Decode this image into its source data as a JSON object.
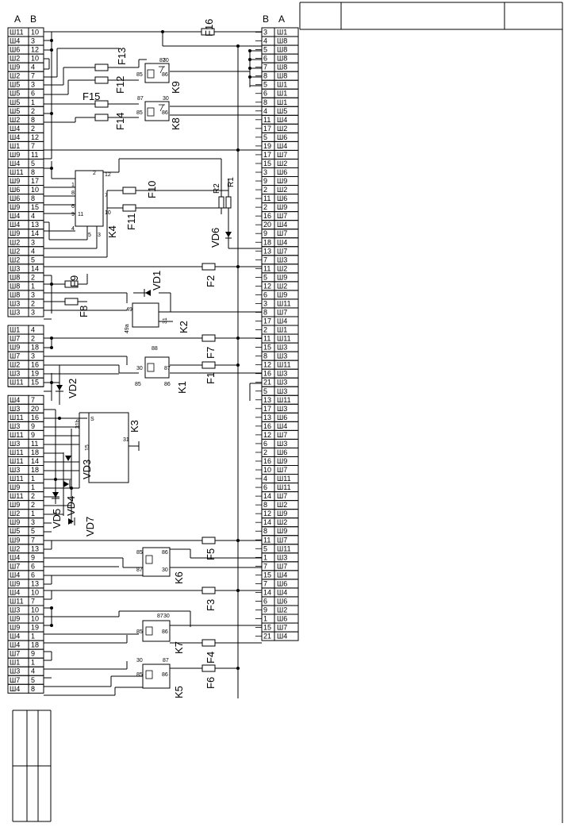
{
  "left_connector": {
    "header": [
      "А",
      "В"
    ],
    "rows": [
      [
        "Ш11",
        "10"
      ],
      [
        "Ш4",
        "3"
      ],
      [
        "Ш6",
        "12"
      ],
      [
        "Ш2",
        "10"
      ],
      [
        "Ш9",
        "4"
      ],
      [
        "Ш2",
        "7"
      ],
      [
        "Ш5",
        "3"
      ],
      [
        "Ш5",
        "6"
      ],
      [
        "Ш5",
        "1"
      ],
      [
        "Ш5",
        "2"
      ],
      [
        "Ш2",
        "8"
      ],
      [
        "Ш4",
        "2"
      ],
      [
        "Ш4",
        "12"
      ],
      [
        "Ш1",
        "7"
      ],
      [
        "Ш9",
        "11"
      ],
      [
        "Ш4",
        "5"
      ],
      [
        "Ш11",
        "8"
      ],
      [
        "Ш9",
        "17"
      ],
      [
        "Ш6",
        "10"
      ],
      [
        "Ш6",
        "8"
      ],
      [
        "Ш9",
        "15"
      ],
      [
        "Ш4",
        "4"
      ],
      [
        "Ш4",
        "13"
      ],
      [
        "Ш9",
        "14"
      ],
      [
        "Ш2",
        "3"
      ],
      [
        "Ш2",
        "4"
      ],
      [
        "Ш2",
        "5"
      ],
      [
        "Ш3",
        "14"
      ],
      [
        "Ш8",
        "2"
      ],
      [
        "Ш8",
        "1"
      ],
      [
        "Ш8",
        "3"
      ],
      [
        "Ш3",
        "2"
      ],
      [
        "Ш3",
        "3"
      ],
      [
        "",
        ""
      ],
      [
        "Ш1",
        "4"
      ],
      [
        "Ш7",
        "2"
      ],
      [
        "Ш9",
        "18"
      ],
      [
        "Ш7",
        "3"
      ],
      [
        "Ш2",
        "16"
      ],
      [
        "Ш3",
        "19"
      ],
      [
        "Ш11",
        "15"
      ],
      [
        "",
        ""
      ],
      [
        "Ш4",
        "7"
      ],
      [
        "Ш3",
        "20"
      ],
      [
        "Ш11",
        "16"
      ],
      [
        "Ш3",
        "9"
      ],
      [
        "Ш11",
        "9"
      ],
      [
        "Ш3",
        "11"
      ],
      [
        "Ш11",
        "18"
      ],
      [
        "Ш11",
        "14"
      ],
      [
        "Ш3",
        "18"
      ],
      [
        "Ш11",
        "1"
      ],
      [
        "Ш9",
        "1"
      ],
      [
        "Ш11",
        "2"
      ],
      [
        "Ш9",
        "2"
      ],
      [
        "Ш2",
        "1"
      ],
      [
        "Ш9",
        "3"
      ],
      [
        "Ш5",
        "5"
      ],
      [
        "Ш9",
        "7"
      ],
      [
        "Ш2",
        "13"
      ],
      [
        "Ш4",
        "9"
      ],
      [
        "Ш7",
        "6"
      ],
      [
        "Ш4",
        "6"
      ],
      [
        "Ш9",
        "13"
      ],
      [
        "Ш4",
        "10"
      ],
      [
        "Ш11",
        "7"
      ],
      [
        "Ш3",
        "10"
      ],
      [
        "Ш9",
        "10"
      ],
      [
        "Ш9",
        "19"
      ],
      [
        "Ш4",
        "1"
      ],
      [
        "Ш4",
        "18"
      ],
      [
        "Ш7",
        "9"
      ],
      [
        "Ш1",
        "1"
      ],
      [
        "Ш3",
        "4"
      ],
      [
        "Ш7",
        "5"
      ],
      [
        "Ш4",
        "8"
      ]
    ]
  },
  "right_connector": {
    "header": [
      "В",
      "А"
    ],
    "rows": [
      [
        "3",
        "Ш1"
      ],
      [
        "4",
        "Ш8"
      ],
      [
        "5",
        "Ш8"
      ],
      [
        "6",
        "Ш8"
      ],
      [
        "7",
        "Ш8"
      ],
      [
        "8",
        "Ш8"
      ],
      [
        "5",
        "Ш1"
      ],
      [
        "6",
        "Ш1"
      ],
      [
        "8",
        "Ш1"
      ],
      [
        "4",
        "Ш5"
      ],
      [
        "11",
        "Ш4"
      ],
      [
        "17",
        "Ш2"
      ],
      [
        "5",
        "Ш6"
      ],
      [
        "19",
        "Ш4"
      ],
      [
        "17",
        "Ш7"
      ],
      [
        "15",
        "Ш2"
      ],
      [
        "3",
        "Ш6"
      ],
      [
        "9",
        "Ш9"
      ],
      [
        "2",
        "Ш2"
      ],
      [
        "11",
        "Ш6"
      ],
      [
        "2",
        "Ш9"
      ],
      [
        "16",
        "Ш7"
      ],
      [
        "20",
        "Ш4"
      ],
      [
        "9",
        "Ш7"
      ],
      [
        "18",
        "Ш4"
      ],
      [
        "13",
        "Ш7"
      ],
      [
        "7",
        "Ш3"
      ],
      [
        "11",
        "Ш2"
      ],
      [
        "5",
        "Ш9"
      ],
      [
        "12",
        "Ш2"
      ],
      [
        "6",
        "Ш9"
      ],
      [
        "3",
        "Ш11"
      ],
      [
        "8",
        "Ш7"
      ],
      [
        "17",
        "Ш4"
      ],
      [
        "2",
        "Ш1"
      ],
      [
        "11",
        "Ш11"
      ],
      [
        "15",
        "Ш3"
      ],
      [
        "8",
        "Ш3"
      ],
      [
        "12",
        "Ш11"
      ],
      [
        "16",
        "Ш3"
      ],
      [
        "21",
        "Ш3"
      ],
      [
        "5",
        "Ш3"
      ],
      [
        "13",
        "Ш11"
      ],
      [
        "17",
        "Ш3"
      ],
      [
        "13",
        "Ш6"
      ],
      [
        "16",
        "Ш4"
      ],
      [
        "12",
        "Ш7"
      ],
      [
        "6",
        "Ш3"
      ],
      [
        "2",
        "Ш6"
      ],
      [
        "16",
        "Ш9"
      ],
      [
        "10",
        "Ш7"
      ],
      [
        "4",
        "Ш11"
      ],
      [
        "6",
        "Ш11"
      ],
      [
        "14",
        "Ш7"
      ],
      [
        "8",
        "Ш2"
      ],
      [
        "12",
        "Ш9"
      ],
      [
        "14",
        "Ш2"
      ],
      [
        "8",
        "Ш9"
      ],
      [
        "11",
        "Ш7"
      ],
      [
        "5",
        "Ш11"
      ],
      [
        "1",
        "Ш3"
      ],
      [
        "7",
        "Ш7"
      ],
      [
        "15",
        "Ш4"
      ],
      [
        "7",
        "Ш6"
      ],
      [
        "14",
        "Ш4"
      ],
      [
        "6",
        "Ш6"
      ],
      [
        "9",
        "Ш2"
      ],
      [
        "1",
        "Ш6"
      ],
      [
        "15",
        "Ш7"
      ],
      [
        "21",
        "Ш4"
      ]
    ]
  },
  "fuses": [
    "F16",
    "F13",
    "F12",
    "F15",
    "F14",
    "F10",
    "F11",
    "F9",
    "F8",
    "F2",
    "F7",
    "F1",
    "F5",
    "F3",
    "F4",
    "F6"
  ],
  "relays": [
    "K9",
    "K8",
    "K4",
    "K2",
    "K1",
    "K3",
    "K6",
    "K7",
    "K5"
  ],
  "diodes": [
    "VD6",
    "VD1",
    "VD2",
    "VD3",
    "VD4",
    "VD5",
    "VD7"
  ],
  "resistors": [
    "R1",
    "R2"
  ],
  "pin_labels": {
    "p87": "87",
    "p30": "30",
    "p85": "85",
    "p86": "86",
    "p88": "88",
    "p49": "49",
    "p49a": "49а",
    "p31": "31",
    "p31b": "31b",
    "p15": "15",
    "pS": "S",
    "n1": "1",
    "n2": "2",
    "n3": "3",
    "n4": "4",
    "n5": "5",
    "n6": "6",
    "n7": "7",
    "n8": "8",
    "n9": "9",
    "n10": "10",
    "n11": "11",
    "n12": "12"
  }
}
